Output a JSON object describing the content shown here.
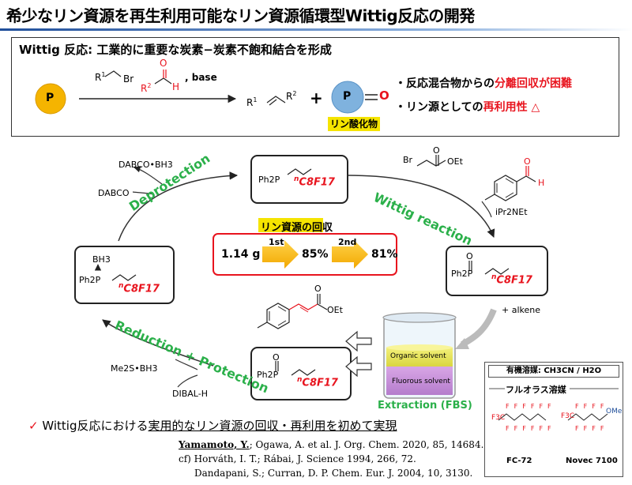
{
  "title": "希少なリン資源を再生利用可能なリン資源循環型Wittig反応の開発",
  "top_box": {
    "heading": "Wittig 反応: 工業的に重要な炭素−炭素不飽和結合を形成",
    "p_label": "P",
    "reagent_r1": "R",
    "reagent_r1_sup": "1",
    "reagent_br": "Br",
    "reagent_r2": "R",
    "reagent_r2_sup": "2",
    "reagent_o": "O",
    "reagent_h": "H",
    "reagent_base": ", base",
    "product_r1_sup": "1",
    "product_r2_sup": "2",
    "plus": "+",
    "oxide_p": "P",
    "oxide_o": "O",
    "oxide_label": "リン酸化物",
    "point1_prefix": "・反応混合物からの",
    "point1_red": "分離回収が困難",
    "point2_prefix": "・リン源としての",
    "point2_red": "再利用性 △"
  },
  "cycle": {
    "top_compound": {
      "ph2p": "Ph2P",
      "chain_prefix": "n",
      "chain": "C8F17"
    },
    "deprotection": "Deprotection",
    "dabco_bh3": "DABCO•BH3",
    "dabco": "DABCO",
    "wittig": "Wittig reaction",
    "bromo_ester": {
      "br": "Br",
      "o": "O",
      "oet": "OEt"
    },
    "aldehyde": {
      "o": "O",
      "h": "H"
    },
    "base_label": "iPr2NEt",
    "right_oxide": {
      "o": "O",
      "ph2p": "Ph2P"
    },
    "alkene_label": "+ alkene",
    "left_borane": {
      "bh3": "BH3",
      "ph2p": "Ph2P"
    },
    "reduction": "Reduction + Protection",
    "me2s_bh3": "Me2S•BH3",
    "dibal": "DIBAL-H",
    "bottom_oxide": {
      "o": "O",
      "ph2p": "Ph2P"
    },
    "product_ester": {
      "o": "O",
      "oet": "OEt"
    },
    "organic_solvent": "Organic solvent",
    "fluorous_solvent": "Fluorous solvent",
    "extraction": "Extraction (FBS)"
  },
  "recovery": {
    "title": "リン資源の回収",
    "start_amount": "1.14 g",
    "first_label": "1st",
    "first_value": "85%",
    "second_label": "2nd",
    "second_value": "81%"
  },
  "fluorous_box": {
    "header": "有機溶媒: CH3CN / H2O",
    "subheader": "フルオラス溶媒",
    "fc72": "FC-72",
    "novec": "Novec 7100",
    "f": "F",
    "cf3": "F3C",
    "ome": "OMe"
  },
  "conclusion": {
    "check": "✓",
    "text_prefix": "Wittig反応における",
    "text_underlined": "実用的なリン資源の回収・再利用を初めて実現"
  },
  "references": {
    "line1_author": "Yamamoto, Y.",
    "line1_rest": "; Ogawa, A. et al. J. Org. Chem. 2020, 85, 14684.",
    "line2": "cf) Horváth, I. T.; Rábai, J. Science 1994, 266, 72.",
    "line3": "Dandapani, S.; Curran, D. P. Chem. Eur. J. 2004, 10, 3130."
  },
  "colors": {
    "accent_red": "#e8141e",
    "green": "#2bb04a",
    "gold": "#f5b400",
    "blue_circle": "#7fb2de",
    "title_rule": "#1f4e9a"
  }
}
